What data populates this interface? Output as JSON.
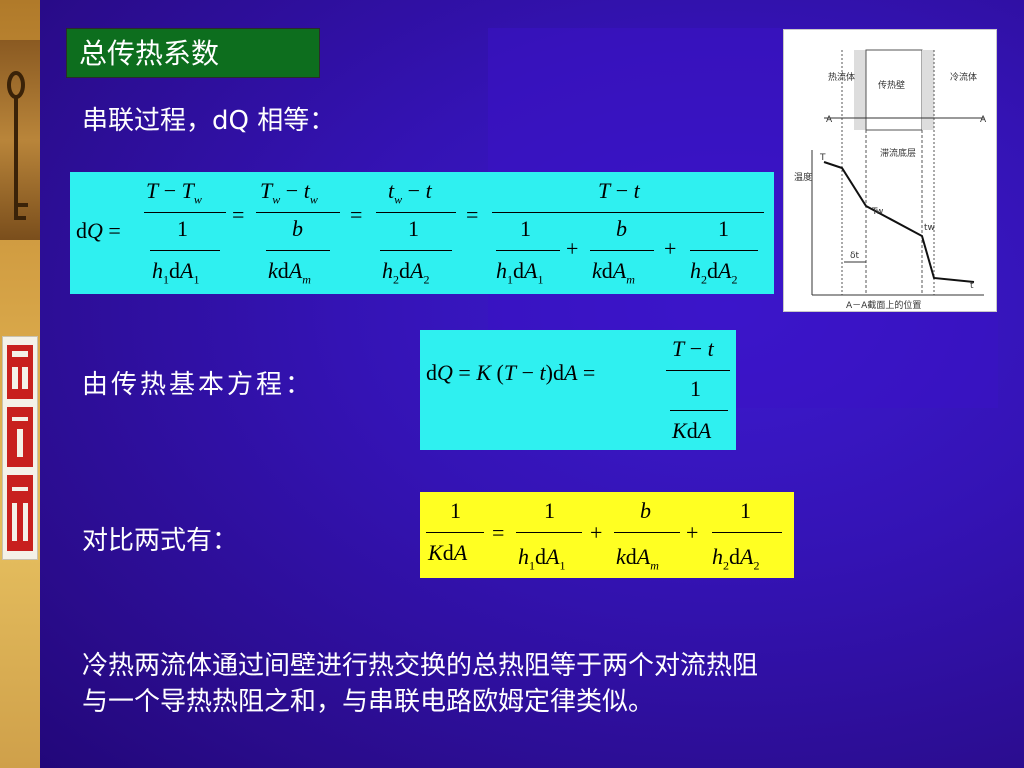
{
  "slide": {
    "title": "总传热系数",
    "line1": "串联过程，dQ 相等：",
    "line2": "由传热基本方程：",
    "line3": "对比两式有：",
    "conclusion_1": "冷热两流体通过间壁进行热交换的总热阻等于两个对流热阻",
    "conclusion_2": "与一个导热热阻之和，与串联电路欧姆定律类似。"
  },
  "diagram": {
    "hot_fluid": "热流体",
    "cold_fluid": "冷流体",
    "wall": "传热壁",
    "axis_y": "温度",
    "sublayer": "滞流底层",
    "section": "A－A截面上的位置",
    "A_left": "A",
    "A_right": "A",
    "T": "T",
    "Tw": "Tw",
    "tw": "tw",
    "t": "t",
    "delta": "δt"
  },
  "colors": {
    "background": "#3413b4",
    "title_bg": "#0d6e1e",
    "formula_cyan": "#2ff0f0",
    "formula_yellow": "#ffff22"
  }
}
